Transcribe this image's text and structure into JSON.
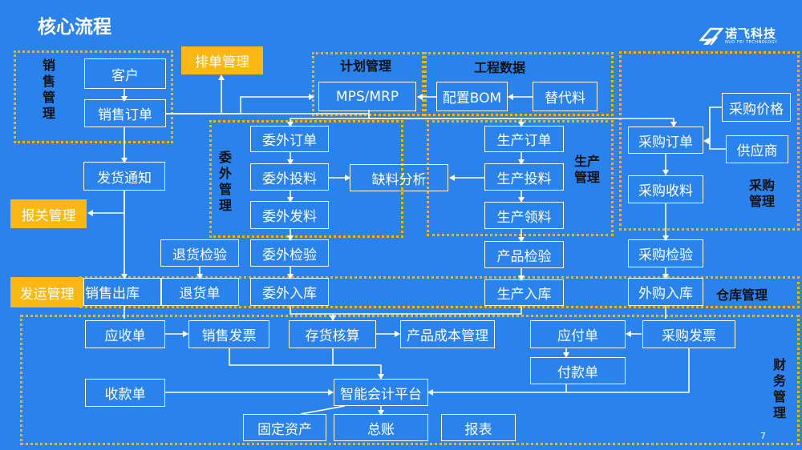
{
  "title": "核心流程",
  "page_number": "7",
  "logo": {
    "name": "诺飞科技",
    "subtitle": "NUO FEI TECHNOLOGY"
  },
  "groups": {
    "sales": "销售管理",
    "planning": "计划管理",
    "engineering": "工程数据",
    "outsourcing": "委外管理",
    "production": "生产管理",
    "purchasing": "采购管理",
    "warehouse": "仓库管理",
    "finance": "财务管理"
  },
  "nodes": {
    "customer": "客户",
    "sales_order": "销售订单",
    "delivery_notice": "发货通知",
    "scheduling": "排单管理",
    "customs": "报关管理",
    "shipping": "发运管理",
    "sales_out": "销售出库",
    "return_inspection": "退货检验",
    "return_order": "退货单",
    "mps_mrp": "MPS/MRP",
    "config_bom": "配置BOM",
    "substitute": "替代料",
    "out_order": "委外订单",
    "out_feed": "委外投料",
    "out_issue": "委外发料",
    "out_inspection": "委外检验",
    "out_inbound": "委外入库",
    "shortage": "缺料分析",
    "prod_order": "生产订单",
    "prod_feed": "生产投料",
    "prod_pick": "生产领料",
    "product_inspection": "产品检验",
    "prod_inbound": "生产入库",
    "purchase_price": "采购价格",
    "supplier": "供应商",
    "purchase_order": "采购订单",
    "purchase_receive": "采购收料",
    "purchase_inspection": "采购检验",
    "purchase_inbound": "外购入库",
    "receivable": "应收单",
    "sales_invoice": "销售发票",
    "inventory_accounting": "存货核算",
    "product_cost": "产品成本管理",
    "payable": "应付单",
    "purchase_invoice": "采购发票",
    "payment": "付款单",
    "collection": "收款单",
    "smart_platform": "智能会计平台",
    "fixed_assets": "固定资产",
    "ledger": "总账",
    "reports": "报表"
  },
  "colors": {
    "background": "#2a83ec",
    "group_border": "#f5b400",
    "highlight_box": "#fbb813",
    "line": "#ffffff"
  }
}
